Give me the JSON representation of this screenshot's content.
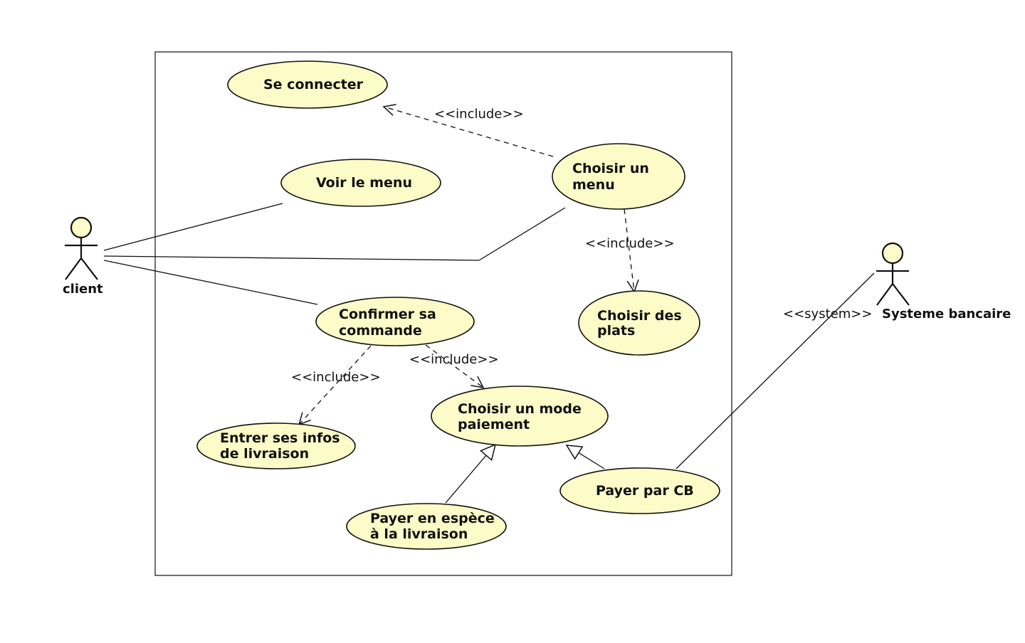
{
  "colors": {
    "usecase_fill": "#fdfbc7",
    "stroke": "#111111",
    "background": "#ffffff"
  },
  "actors": {
    "client": {
      "name": "client"
    },
    "bank": {
      "stereotype": "<<system>>",
      "name": "Systeme bancaire"
    }
  },
  "use_cases": {
    "se_connecter": {
      "line1": "Se connecter"
    },
    "voir_menu": {
      "line1": "Voir le menu"
    },
    "choisir_menu": {
      "line1": "Choisir un",
      "line2": "menu"
    },
    "choisir_plats": {
      "line1": "Choisir des",
      "line2": "plats"
    },
    "confirmer": {
      "line1": "Confirmer sa",
      "line2": "commande"
    },
    "mode_paiement": {
      "line1": "Choisir un mode",
      "line2": "paiement"
    },
    "infos_livraison": {
      "line1": "Entrer ses infos",
      "line2": "de livraison"
    },
    "payer_espece": {
      "line1": "Payer en espèce",
      "line2": "à la livraison"
    },
    "payer_cb": {
      "line1": "Payer par CB"
    }
  },
  "relations": {
    "include_label": "<<include>>"
  }
}
